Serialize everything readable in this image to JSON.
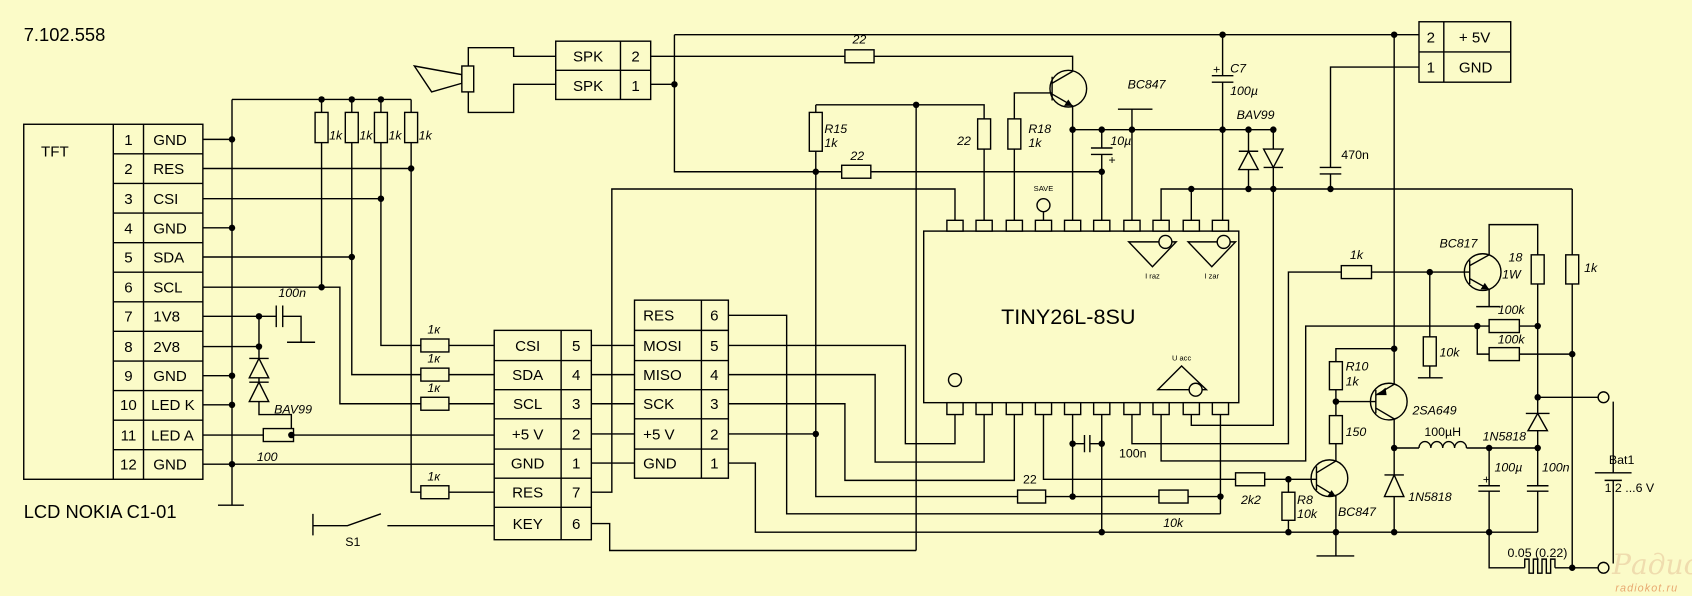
{
  "title": "7.102.558",
  "lcd": {
    "header": "TFT",
    "name": "LCD NOKIA C1-01",
    "pins": [
      {
        "num": "1",
        "label": "GND"
      },
      {
        "num": "2",
        "label": "RES"
      },
      {
        "num": "3",
        "label": "CSI"
      },
      {
        "num": "4",
        "label": "GND"
      },
      {
        "num": "5",
        "label": "SDA"
      },
      {
        "num": "6",
        "label": "SCL"
      },
      {
        "num": "7",
        "label": "1V8"
      },
      {
        "num": "8",
        "label": "2V8"
      },
      {
        "num": "9",
        "label": "GND"
      },
      {
        "num": "10",
        "label": "LED K"
      },
      {
        "num": "11",
        "label": "LED A"
      },
      {
        "num": "12",
        "label": "GND"
      }
    ],
    "pullups": [
      "1k",
      "1k",
      "1k",
      "1k"
    ],
    "cap": "100n",
    "diode": "BAV99",
    "led_resistor": "100",
    "series_resistors": [
      "1к",
      "1к",
      "1к",
      "1к"
    ],
    "switch": "S1"
  },
  "display_connector": {
    "pins": [
      {
        "label": "CSI",
        "num": "5"
      },
      {
        "label": "SDA",
        "num": "4"
      },
      {
        "label": "SCL",
        "num": "3"
      },
      {
        "label": "+5 V",
        "num": "2"
      },
      {
        "label": "GND",
        "num": "1"
      },
      {
        "label": "RES",
        "num": "7"
      },
      {
        "label": "KEY",
        "num": "6"
      }
    ]
  },
  "isp_connector": {
    "pins": [
      {
        "label": "RES",
        "num": "6"
      },
      {
        "label": "MOSI",
        "num": "5"
      },
      {
        "label": "MISO",
        "num": "4"
      },
      {
        "label": "SCK",
        "num": "3"
      },
      {
        "label": "+5 V",
        "num": "2"
      },
      {
        "label": "GND",
        "num": "1"
      }
    ]
  },
  "speaker": {
    "pins": [
      {
        "label": "SPK",
        "num": "2"
      },
      {
        "label": "SPK",
        "num": "1"
      }
    ],
    "resistor": "22"
  },
  "power_connector": {
    "pins": [
      {
        "num": "2",
        "label": "+ 5V"
      },
      {
        "num": "1",
        "label": "GND"
      }
    ]
  },
  "mcu": {
    "name": "TINY26L-8SU",
    "save": "SAVE",
    "i_raz": "I raz",
    "i_zar": "I zar",
    "u_acc": "U acc"
  },
  "components": {
    "r15_ref": "R15",
    "r15_val": "1k",
    "r_22_vert": "22",
    "r18_ref": "R18",
    "r18_val": "1k",
    "q_top": "BC847",
    "r_22_mid": "22",
    "c_10u": "10µ",
    "c_10u_plus": "+",
    "c7_plus": "+",
    "c7_ref": "C7",
    "c7_val": "100µ",
    "bav99": "BAV99",
    "c_470n": "470n",
    "r_1k_base": "1k",
    "q_bc817": "BC817",
    "r_18": "18",
    "r_18_power": "1W",
    "r_1k_right": "1k",
    "r_100k_a": "100k",
    "r_100k_b": "100k",
    "r_10k_base": "10k",
    "r10_ref": "R10",
    "r10_val": "1k",
    "r_150": "150",
    "q_2sa649": "2SA649",
    "inductor": "100µH",
    "d_1n5818_a": "1N5818",
    "d_1n5818_b": "1N5818",
    "c_100u": "100µ",
    "c_100u_plus": "+",
    "c_100n_out": "100n",
    "battery_ref": "Bat1",
    "battery_val": "1.2 ...6 V",
    "shunt": "0.05 (0.22)",
    "c_100n_mcu": "100n",
    "r_22_bottom": "22",
    "r_10k_bottom": "10k",
    "r_2k2": "2k2",
    "r8_ref": "R8",
    "r8_val": "10k",
    "q_bottom": "BC847"
  },
  "watermark": {
    "logo": "Радио КОТ",
    "url": "radiokot.ru"
  },
  "colors": {
    "background": "#fbfbc8",
    "line": "#000000",
    "watermark": "#e8c890"
  }
}
